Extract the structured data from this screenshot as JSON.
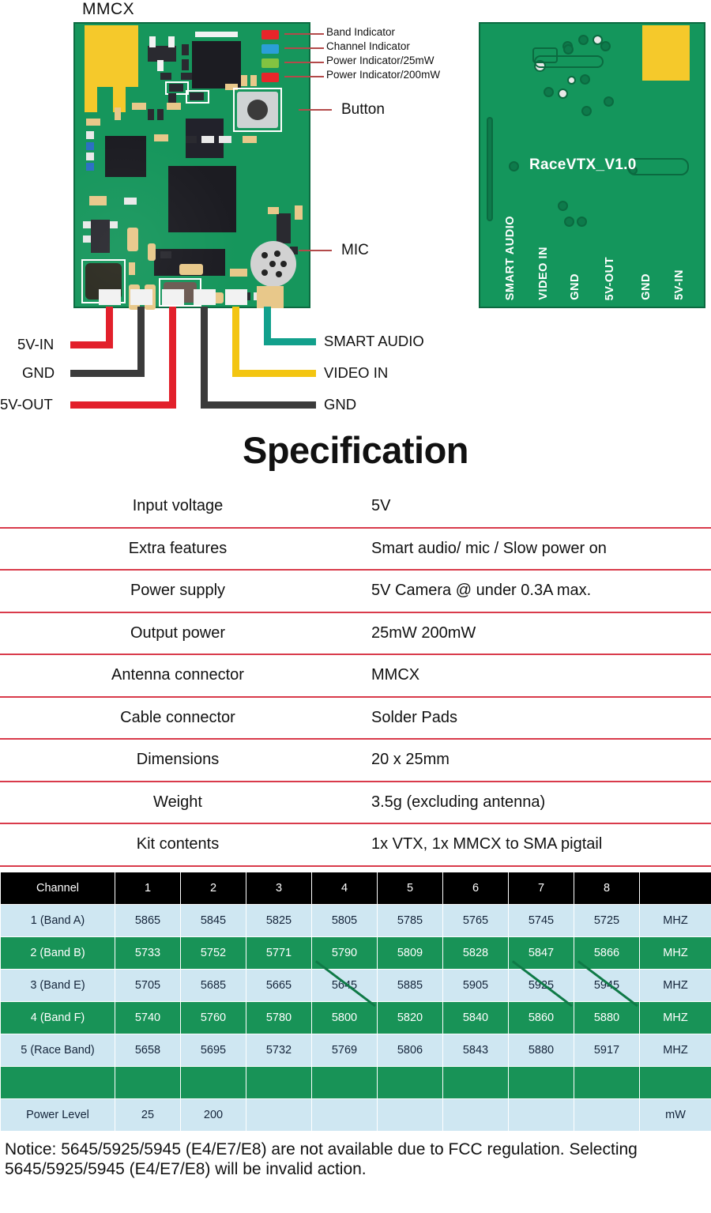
{
  "diagram": {
    "mmcx_label": "MMCX",
    "front_callouts": [
      {
        "label": "Band Indicator",
        "color": "#e8252a",
        "icon": "led-indicator-red"
      },
      {
        "label": "Channel Indicator",
        "color": "#2b9fd8",
        "icon": "led-indicator-blue"
      },
      {
        "label": "Power Indicator/25mW",
        "color": "#82c341",
        "icon": "led-indicator-green"
      },
      {
        "label": "Power Indicator/200mW",
        "color": "#e8252a",
        "icon": "led-indicator-red"
      }
    ],
    "button_label": "Button",
    "mic_label": "MIC",
    "back_board": {
      "silkscreen_name": "RaceVTX_V1.0",
      "pad_labels": [
        "SMART AUDIO",
        "VIDEO IN",
        "GND",
        "5V-OUT",
        "GND",
        "5V-IN"
      ]
    },
    "wires": [
      {
        "label": "5V-IN",
        "color": "#e2202b",
        "side": "left"
      },
      {
        "label": "GND",
        "color": "#3b3b3b",
        "side": "left"
      },
      {
        "label": "5V-OUT",
        "color": "#e2202b",
        "side": "left"
      },
      {
        "label": "SMART AUDIO",
        "color": "#12a08c",
        "side": "right"
      },
      {
        "label": "VIDEO IN",
        "color": "#f3c511",
        "side": "right"
      },
      {
        "label": "GND",
        "color": "#3b3b3b",
        "side": "right"
      }
    ]
  },
  "spec": {
    "title": "Specification",
    "rows": [
      {
        "key": "Input voltage",
        "value": "5V"
      },
      {
        "key": "Extra features",
        "value": "Smart audio/ mic / Slow power on"
      },
      {
        "key": "Power supply",
        "value": "5V Camera @ under  0.3A max."
      },
      {
        "key": "Output power",
        "value": "25mW    200mW"
      },
      {
        "key": "Antenna connector",
        "value": "MMCX"
      },
      {
        "key": "Cable connector",
        "value": "Solder Pads"
      },
      {
        "key": "Dimensions",
        "value": "20 x 25mm"
      },
      {
        "key": "Weight",
        "value": "3.5g (excluding antenna)"
      },
      {
        "key": "Kit contents",
        "value": "1x VTX, 1x MMCX to SMA pigtail"
      }
    ]
  },
  "chart_data": {
    "type": "table",
    "title": "Channel / Frequency table",
    "headers": [
      "Channel",
      "1",
      "2",
      "3",
      "4",
      "5",
      "6",
      "7",
      "8",
      ""
    ],
    "rows": [
      {
        "name": "1 (Band A)",
        "values": [
          "5865",
          "5845",
          "5825",
          "5805",
          "5785",
          "5765",
          "5745",
          "5725"
        ],
        "unit": "MHZ",
        "style": "light",
        "struck": []
      },
      {
        "name": "2 (Band B)",
        "values": [
          "5733",
          "5752",
          "5771",
          "5790",
          "5809",
          "5828",
          "5847",
          "5866"
        ],
        "unit": "MHZ",
        "style": "dark",
        "struck": []
      },
      {
        "name": "3 (Band E)",
        "values": [
          "5705",
          "5685",
          "5665",
          "5645",
          "5885",
          "5905",
          "5925",
          "5945"
        ],
        "unit": "MHZ",
        "style": "light",
        "struck": [
          3,
          6,
          7
        ]
      },
      {
        "name": "4 (Band F)",
        "values": [
          "5740",
          "5760",
          "5780",
          "5800",
          "5820",
          "5840",
          "5860",
          "5880"
        ],
        "unit": "MHZ",
        "style": "dark",
        "struck": []
      },
      {
        "name": "5 (Race Band)",
        "values": [
          "5658",
          "5695",
          "5732",
          "5769",
          "5806",
          "5843",
          "5880",
          "5917"
        ],
        "unit": "MHZ",
        "style": "light",
        "struck": []
      }
    ],
    "power_row": {
      "name": "Power Level",
      "values": [
        "25",
        "200",
        "",
        "",
        "",
        "",
        "",
        ""
      ],
      "unit": "mW",
      "style": "light"
    },
    "colors": {
      "header_bg": "#000000",
      "light_row": "#cfe7f2",
      "dark_row": "#189357",
      "strike": "#0f7a47"
    }
  },
  "notice": "Notice: 5645/5925/5945 (E4/E7/E8) are not available due to FCC regulation. Selecting 5645/5925/5945 (E4/E7/E8) will be invalid action."
}
